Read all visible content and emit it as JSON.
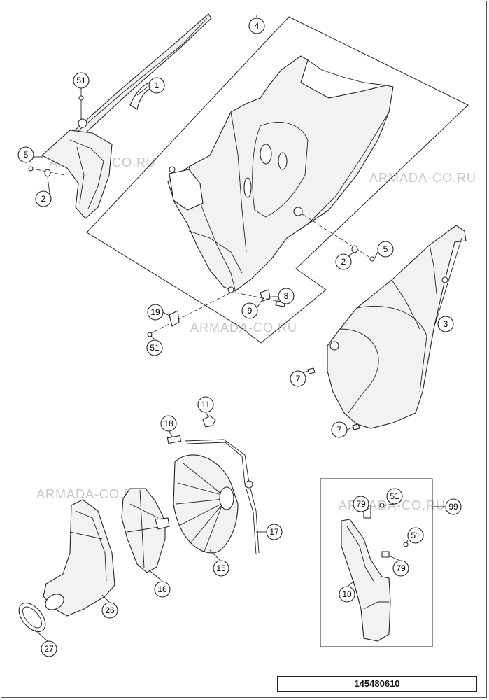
{
  "diagram_code": "145480610",
  "watermark": "ARMADA-CO.RU",
  "callouts": {
    "c1": "1",
    "c4": "4",
    "c51a": "51",
    "c5a": "5",
    "c2a": "2",
    "c5b": "5",
    "c2b": "2",
    "c8": "8",
    "c9": "9",
    "c19": "19",
    "c51b": "51",
    "c3": "3",
    "c7a": "7",
    "c7b": "7",
    "c11": "11",
    "c18": "18",
    "c17": "17",
    "c15": "15",
    "c16": "16",
    "c26": "26",
    "c27": "27",
    "c79a": "79",
    "c51c": "51",
    "c99": "99",
    "c51d": "51",
    "c79b": "79",
    "c10": "10"
  }
}
